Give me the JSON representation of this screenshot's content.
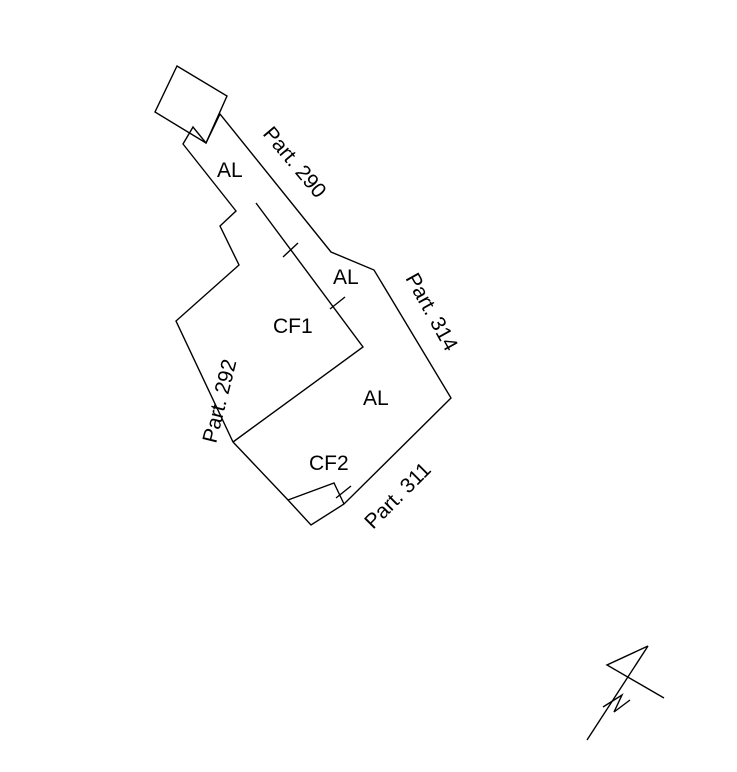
{
  "map": {
    "areas": {
      "al_top": "AL",
      "al_mid": "AL",
      "al_bottom": "AL",
      "cf1": "CF1",
      "cf2": "CF2"
    },
    "parcels": {
      "north": "Part. 290",
      "east": "Part. 314",
      "west": "Part. 292",
      "south": "Part. 311"
    },
    "north_arrow": "north-arrow-icon"
  }
}
